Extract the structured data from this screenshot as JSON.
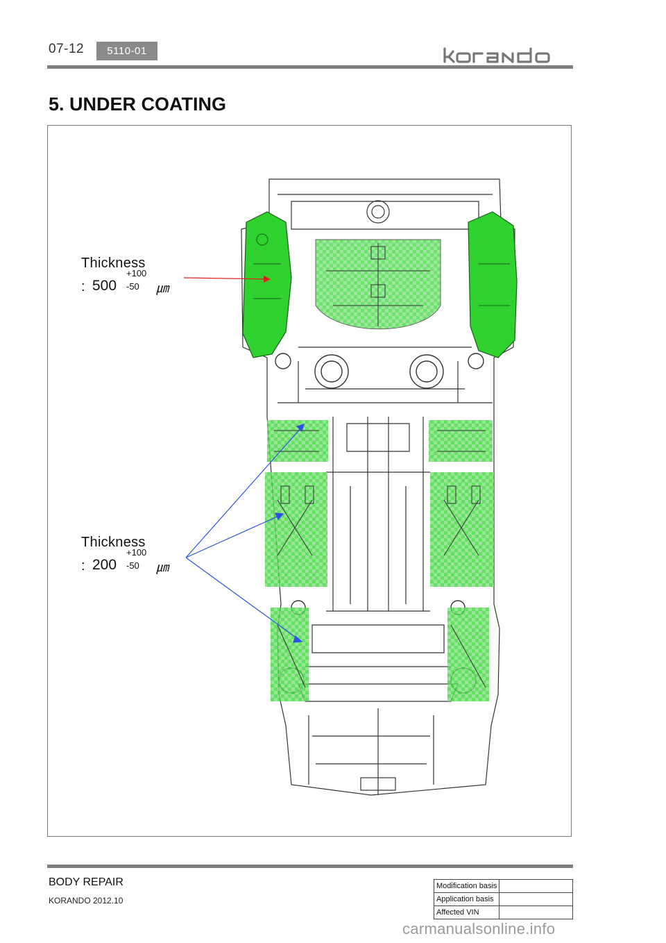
{
  "header": {
    "page_number": "07-12",
    "section_code": "5110-01",
    "brand_logo_text": "korando"
  },
  "section_title": "5. UNDER COATING",
  "figure": {
    "illustration": "vehicle-underbody",
    "highlight_color": "#22cc22",
    "callouts": [
      {
        "label": "Thickness",
        "colon": ":",
        "value": "500",
        "tolerance_plus": "+100",
        "tolerance_minus": "-50",
        "unit": "㎛",
        "leader_color": "#e02020"
      },
      {
        "label": "Thickness",
        "colon": ":",
        "value": "200",
        "tolerance_plus": "+100",
        "tolerance_minus": "-50",
        "unit": "㎛",
        "leader_color": "#3050e0"
      }
    ]
  },
  "footer": {
    "section": "BODY REPAIR",
    "model": "KORANDO 2012.10",
    "modification_table": [
      {
        "label": "Modification basis",
        "value": ""
      },
      {
        "label": "Application basis",
        "value": ""
      },
      {
        "label": "Affected VIN",
        "value": ""
      }
    ]
  },
  "watermark": "carmanualsonline.info"
}
